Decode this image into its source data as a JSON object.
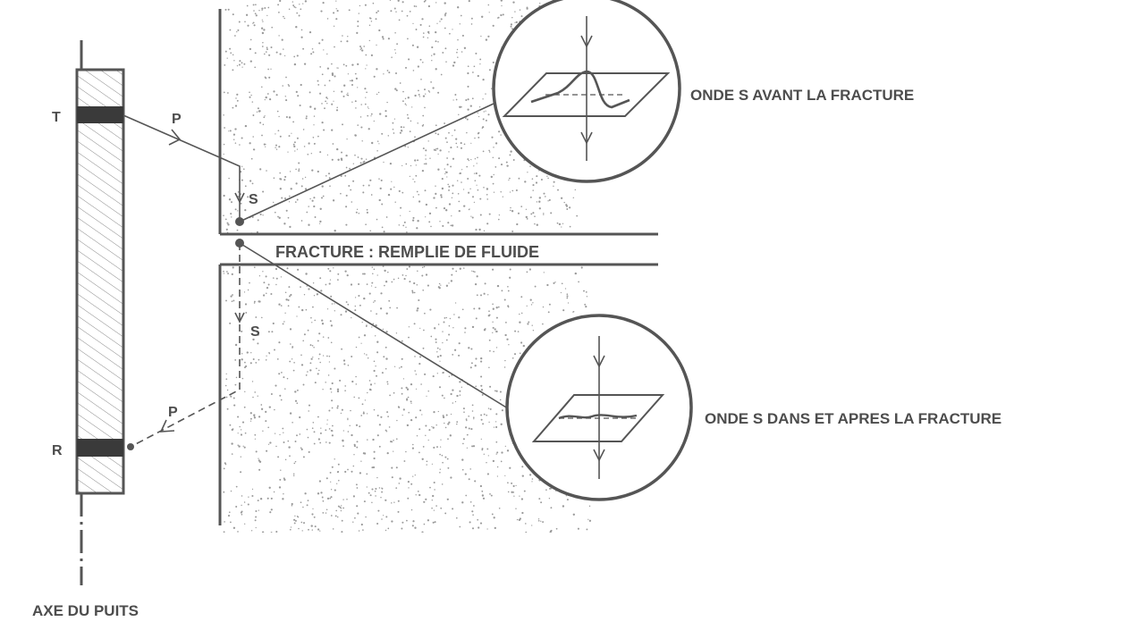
{
  "labels": {
    "well_axis": "AXE DU PUITS",
    "transmitter": "T",
    "receiver": "R",
    "fracture": "FRACTURE : REMPLIE DE FLUIDE",
    "wave_before": "ONDE S AVANT LA FRACTURE",
    "wave_after": "ONDE S DANS ET APRES LA FRACTURE",
    "p_wave_in": "P",
    "s_wave_in": "S",
    "s_wave_out": "S",
    "p_wave_out": "P"
  },
  "colors": {
    "ink": "#555555",
    "tool_band": "#3a3a3a",
    "stipple": "#9a9a9a",
    "hatch": "#8a8a8a",
    "text": "#4d4d4d"
  }
}
